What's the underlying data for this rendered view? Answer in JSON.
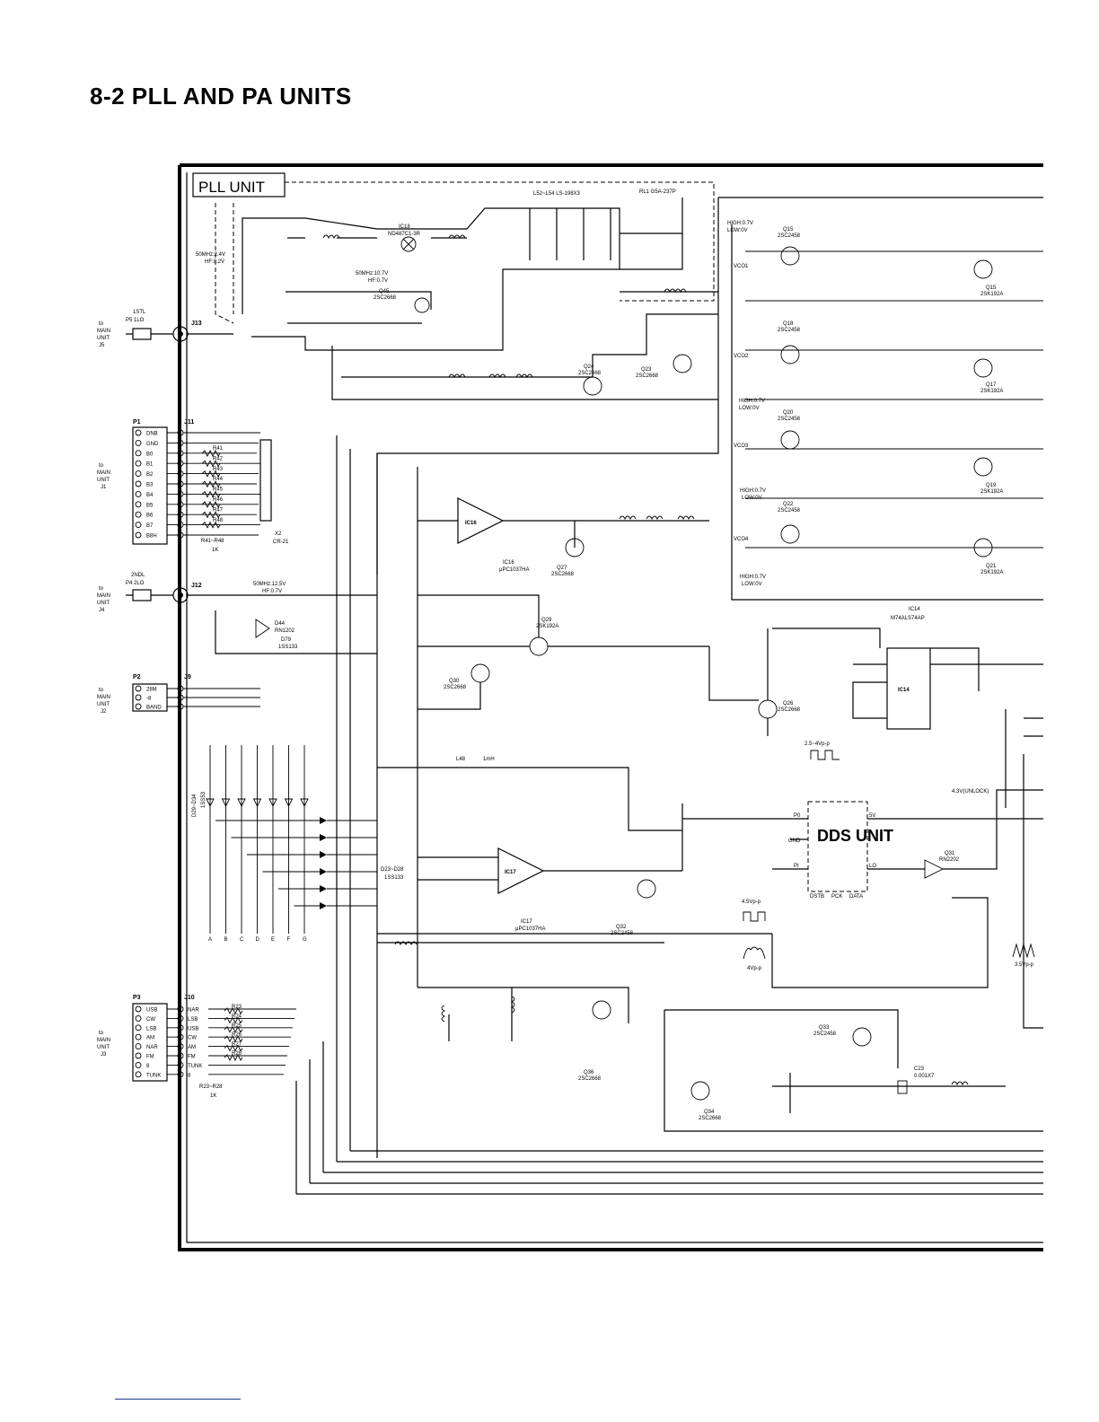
{
  "page": {
    "title": "8-2  PLL AND PA UNITS"
  },
  "units": {
    "pll": "PLL UNIT",
    "dds": "DDS UNIT"
  },
  "connectors": {
    "j13": {
      "id": "J13",
      "plug": "P5 1LO",
      "cable": "1STL",
      "to": [
        "to",
        "MAIN",
        "UNIT",
        "J5"
      ]
    },
    "j12": {
      "id": "J12",
      "plug": "P4 2LO",
      "cable": "2NDL",
      "to": [
        "to",
        "MAIN",
        "UNIT",
        "J4"
      ]
    },
    "j11": {
      "id": "J11",
      "plug": "P1",
      "to": [
        "to",
        "MAIN",
        "UNIT",
        "J1"
      ],
      "pins": [
        "DNB",
        "GND",
        "B0",
        "B1",
        "B2",
        "B3",
        "B4",
        "B5",
        "B6",
        "B7",
        "B8H"
      ]
    },
    "j9": {
      "id": "J9",
      "plug": "P2",
      "to": [
        "to",
        "MAIN",
        "UNIT",
        "J2"
      ],
      "pins": [
        "28M",
        "-8",
        "BAND"
      ]
    },
    "j10": {
      "id": "J10",
      "plug": "P3",
      "to": [
        "to",
        "MAIN",
        "UNIT",
        "J3"
      ],
      "pins_left": [
        "USB",
        "CW",
        "LSB",
        "AM",
        "NAR",
        "FM",
        "8",
        "TUNK"
      ],
      "pins_right": [
        "NAR",
        "LSB",
        "USB",
        "CW",
        "AM",
        "FM",
        "TUNK",
        "8"
      ]
    }
  },
  "resistors_j11": [
    "R41",
    "R42",
    "R43",
    "R44",
    "R45",
    "R46",
    "R47",
    "R48"
  ],
  "resistors_j10": [
    "R23",
    "R24",
    "R25",
    "R26",
    "R27",
    "R28"
  ],
  "ic_labels": {
    "ic16": [
      "IC16",
      "μPC1037HA"
    ],
    "ic17": [
      "IC17",
      "μPC1037HA"
    ],
    "ic18": [
      "IC18",
      "ND487C1-3R"
    ],
    "ic14": [
      "IC14",
      "M74ALS74AP"
    ]
  },
  "dds_pins": [
    "P0",
    "GND",
    "PI",
    "5V",
    "LO",
    "DSTB",
    "PCK",
    "DATA"
  ],
  "vco_labels": [
    "VCO1",
    "VCO2",
    "VCO3",
    "VCO4"
  ],
  "transistors": [
    [
      "Q15",
      "2SC2458"
    ],
    [
      "Q18",
      "2SC2458"
    ],
    [
      "Q20",
      "2SC2458"
    ],
    [
      "Q22",
      "2SC2458"
    ],
    [
      "Q15",
      "2SK192A"
    ],
    [
      "Q17",
      "2SK192A"
    ],
    [
      "Q19",
      "2SK192A"
    ],
    [
      "Q21",
      "2SK192A"
    ],
    [
      "Q23",
      "2SC2668"
    ],
    [
      "Q24",
      "2SC2668"
    ],
    [
      "Q26",
      "2SC2668"
    ],
    [
      "Q27",
      "2SC2668"
    ],
    [
      "Q29",
      "2SK192A"
    ],
    [
      "Q30",
      "2SC2668"
    ],
    [
      "Q31",
      "RN2202"
    ],
    [
      "Q32",
      "2SC2458"
    ],
    [
      "Q33",
      "2SC2458"
    ],
    [
      "Q34",
      "2SC2668"
    ],
    [
      "Q36",
      "2SC2668"
    ],
    [
      "Q45",
      "2SC2668"
    ]
  ],
  "notes": {
    "freq1": [
      "50MHz:2.4V",
      "HF:0.2V"
    ],
    "freq2": [
      "50MHz:10.7V",
      "HF:0.7V"
    ],
    "freq3": [
      "50MHz:12.5V",
      "HF:0.7V"
    ],
    "hilo": [
      "HIGH:0.7V",
      "LOW:0V"
    ],
    "wave1": "2.5~4Vp-p",
    "wave2": "4.5Vp-p",
    "wave3": "4Vp-p",
    "wave4": "3.5Vp-p",
    "unlock": "4.3V(UNLOCK)",
    "relay": "RL1  G5A-237P",
    "lcoils": "L52~L54  LS-198X3"
  },
  "diode_groups": [
    "D23~D28",
    "1SS133",
    "D29~D34",
    "1SS53"
  ],
  "bus_letters": [
    "A",
    "B",
    "C",
    "D",
    "E",
    "F",
    "G"
  ],
  "misc_labels": [
    "R41~R48",
    "1K",
    "R23~R28",
    "1K",
    "C23",
    "0.001X7",
    "D79",
    "1SS133",
    "D44",
    "RN1202",
    "X2",
    "CR-21",
    "L48",
    "1mH"
  ]
}
